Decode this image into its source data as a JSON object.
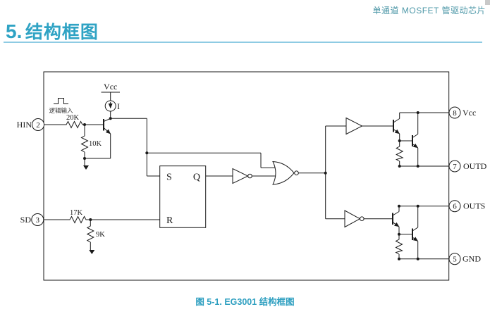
{
  "header": {
    "product_line": "单通道 MOSFET 管驱动芯片"
  },
  "section": {
    "number": "5.",
    "title": "结构框图"
  },
  "caption": "图 5-1. EG3001 结构框图",
  "diagram": {
    "vcc_top_label": "Vcc",
    "current_source_label": "I",
    "logic_input_label": "逻辑输入",
    "r_hin_series": "20K",
    "r_hin_pulldown": "10K",
    "r_sd_series": "17K",
    "r_sd_pulldown": "9K",
    "latch_s": "S",
    "latch_q": "Q",
    "latch_r": "R",
    "pin_hin": {
      "label": "HIN",
      "number": "2"
    },
    "pin_sd": {
      "label": "SD",
      "number": "3"
    },
    "pin_vcc": {
      "label": "Vcc",
      "number": "8"
    },
    "pin_outd": {
      "label": "OUTD",
      "number": "7"
    },
    "pin_outs": {
      "label": "OUTS",
      "number": "6"
    },
    "pin_gnd": {
      "label": "GND",
      "number": "5"
    }
  },
  "colors": {
    "accent": "#2FA3C4",
    "accent_light": "#8ECBE3",
    "header_teal": "#4E98A8",
    "line": "#1A1A1A"
  }
}
